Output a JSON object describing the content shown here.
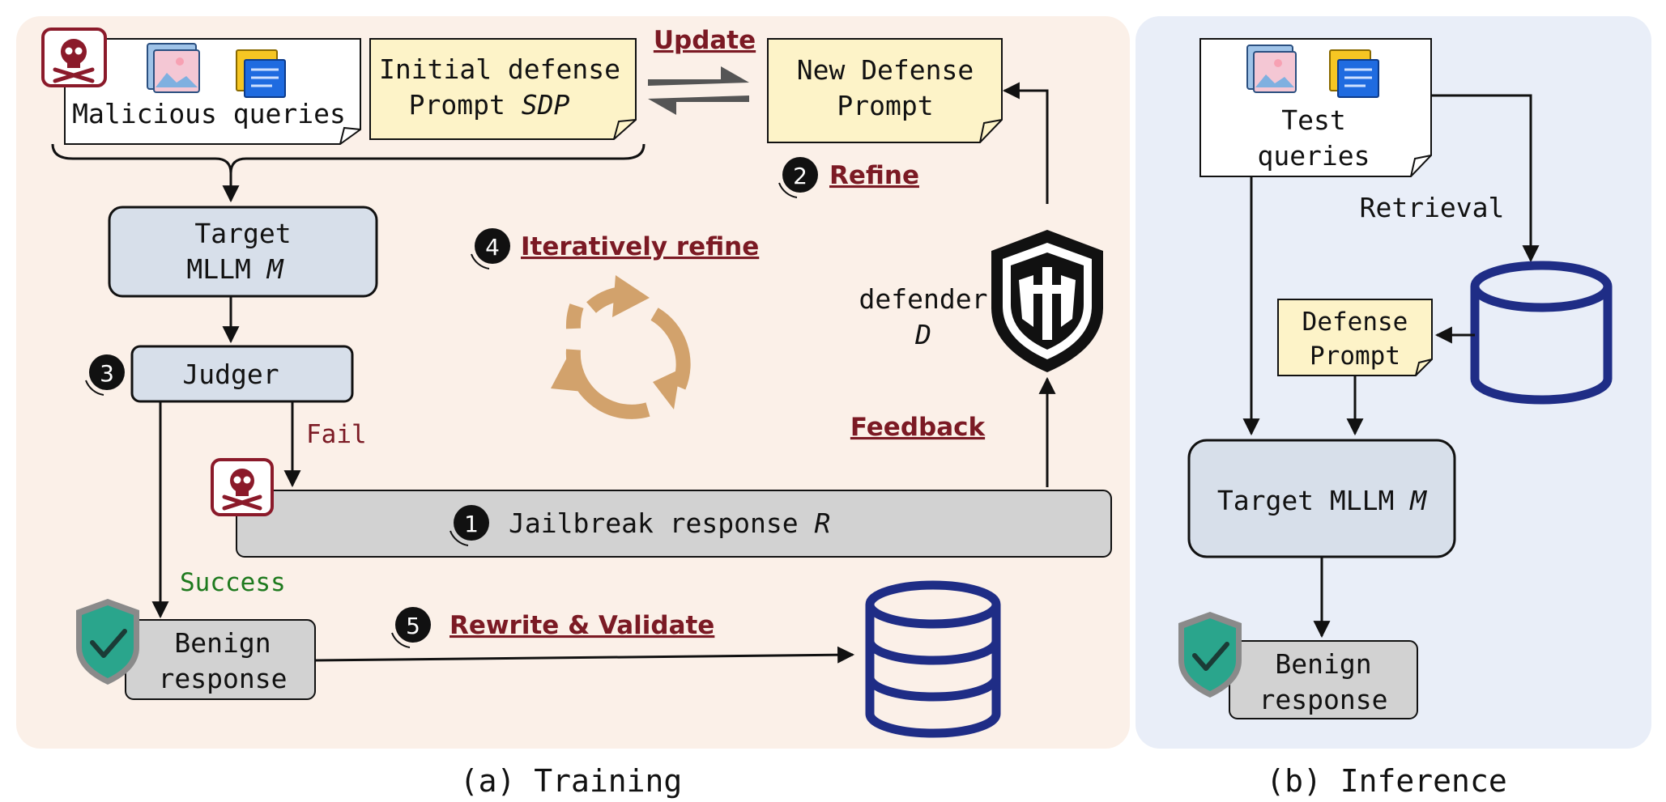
{
  "panels": {
    "training": {
      "caption": "(a) Training"
    },
    "inference": {
      "caption": "(b) Inference"
    }
  },
  "training": {
    "malicious_queries": "Malicious queries",
    "initial_defense_line1": "Initial defense",
    "initial_defense_line2_prefix": "Prompt ",
    "initial_defense_line2_var": "SDP",
    "update_label": "Update",
    "new_defense_line1": "New Defense",
    "new_defense_line2": "Prompt",
    "refine_step": "2",
    "refine_label": "Refine",
    "target_line1": "Target",
    "target_line2_prefix": "MLLM ",
    "target_line2_var": "M",
    "iterative_step": "4",
    "iterative_label": "Iteratively refine",
    "defender_line1": "defender",
    "defender_var": "D",
    "judger_step": "3",
    "judger_label": "Judger",
    "fail_label": "Fail",
    "feedback_label": "Feedback",
    "jailbreak_step": "1",
    "jailbreak_prefix": "Jailbreak response ",
    "jailbreak_var": "R",
    "success_label": "Success",
    "benign_line1": "Benign",
    "benign_line2": "response",
    "rewrite_step": "5",
    "rewrite_label": "Rewrite & Validate"
  },
  "inference": {
    "test_line1": "Test",
    "test_line2": "queries",
    "retrieval_label": "Retrieval",
    "defense_line1": "Defense",
    "defense_line2": "Prompt",
    "target_prefix": "Target MLLM ",
    "target_var": "M",
    "benign_line1": "Benign",
    "benign_line2": "response"
  },
  "colors": {
    "training_bg": "#fbf0e8",
    "inference_bg": "#e9eef8",
    "accent_red": "#7b1a24",
    "success_green": "#1e7a1e",
    "database_blue": "#1f2d86",
    "note_yellow": "#fdf3c8",
    "box_blue": "#d7dfea",
    "box_gray": "#d2d2d2",
    "shield_teal": "#2aa58c",
    "cycle_tan": "#d2a26c"
  }
}
